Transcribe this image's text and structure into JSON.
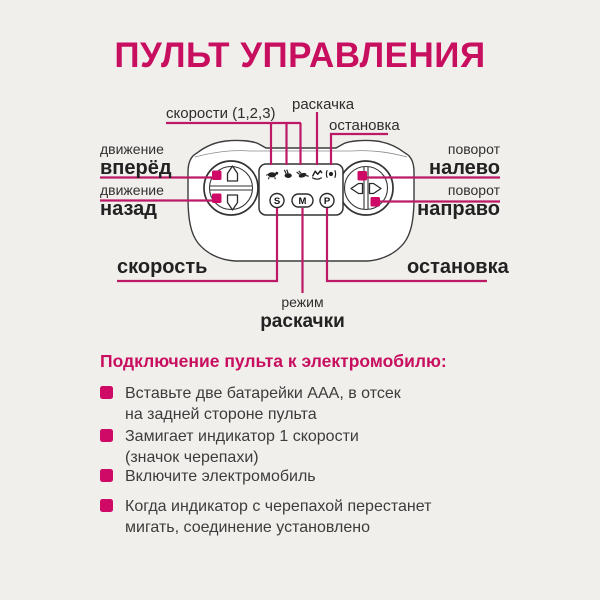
{
  "colors": {
    "background": "#f1efec",
    "accent": "#c80f5f",
    "callout_line": "#bc1a67",
    "marker_square": "#ce0a66"
  },
  "title": "ПУЛЬТ УПРАВЛЕНИЯ",
  "diagram": {
    "callouts": {
      "speeds": "скорости (1,2,3)",
      "rocking": "раскачка",
      "stop_top": "остановка",
      "forward": {
        "small": "движение",
        "big": "вперёд"
      },
      "backward": {
        "small": "движение",
        "big": "назад"
      },
      "turn_left": {
        "small": "поворот",
        "big": "налево"
      },
      "turn_right": {
        "small": "поворот",
        "big": "направо"
      },
      "speed_bottom": "скорость",
      "stop_bottom": "остановка",
      "rocking_mode": {
        "small": "режим",
        "big": "раскачки"
      }
    },
    "remote": {
      "buttons": [
        "S",
        "M",
        "P"
      ],
      "indicator_icons": [
        "turtle-icon",
        "rabbit-icon",
        "fast-rabbit-icon",
        "rocking-horse-icon",
        "signal-icon"
      ]
    }
  },
  "section": {
    "heading": "Подключение пульта к электромобилю:",
    "bullets": [
      "Вставьте две батарейки AAA, в отсек\nна задней стороне пульта",
      "Замигает индикатор 1 скорости\n(значок черепахи)",
      "Включите электромобиль",
      "Когда индикатор с черепахой перестанет\nмигать, соединение установлено"
    ]
  }
}
